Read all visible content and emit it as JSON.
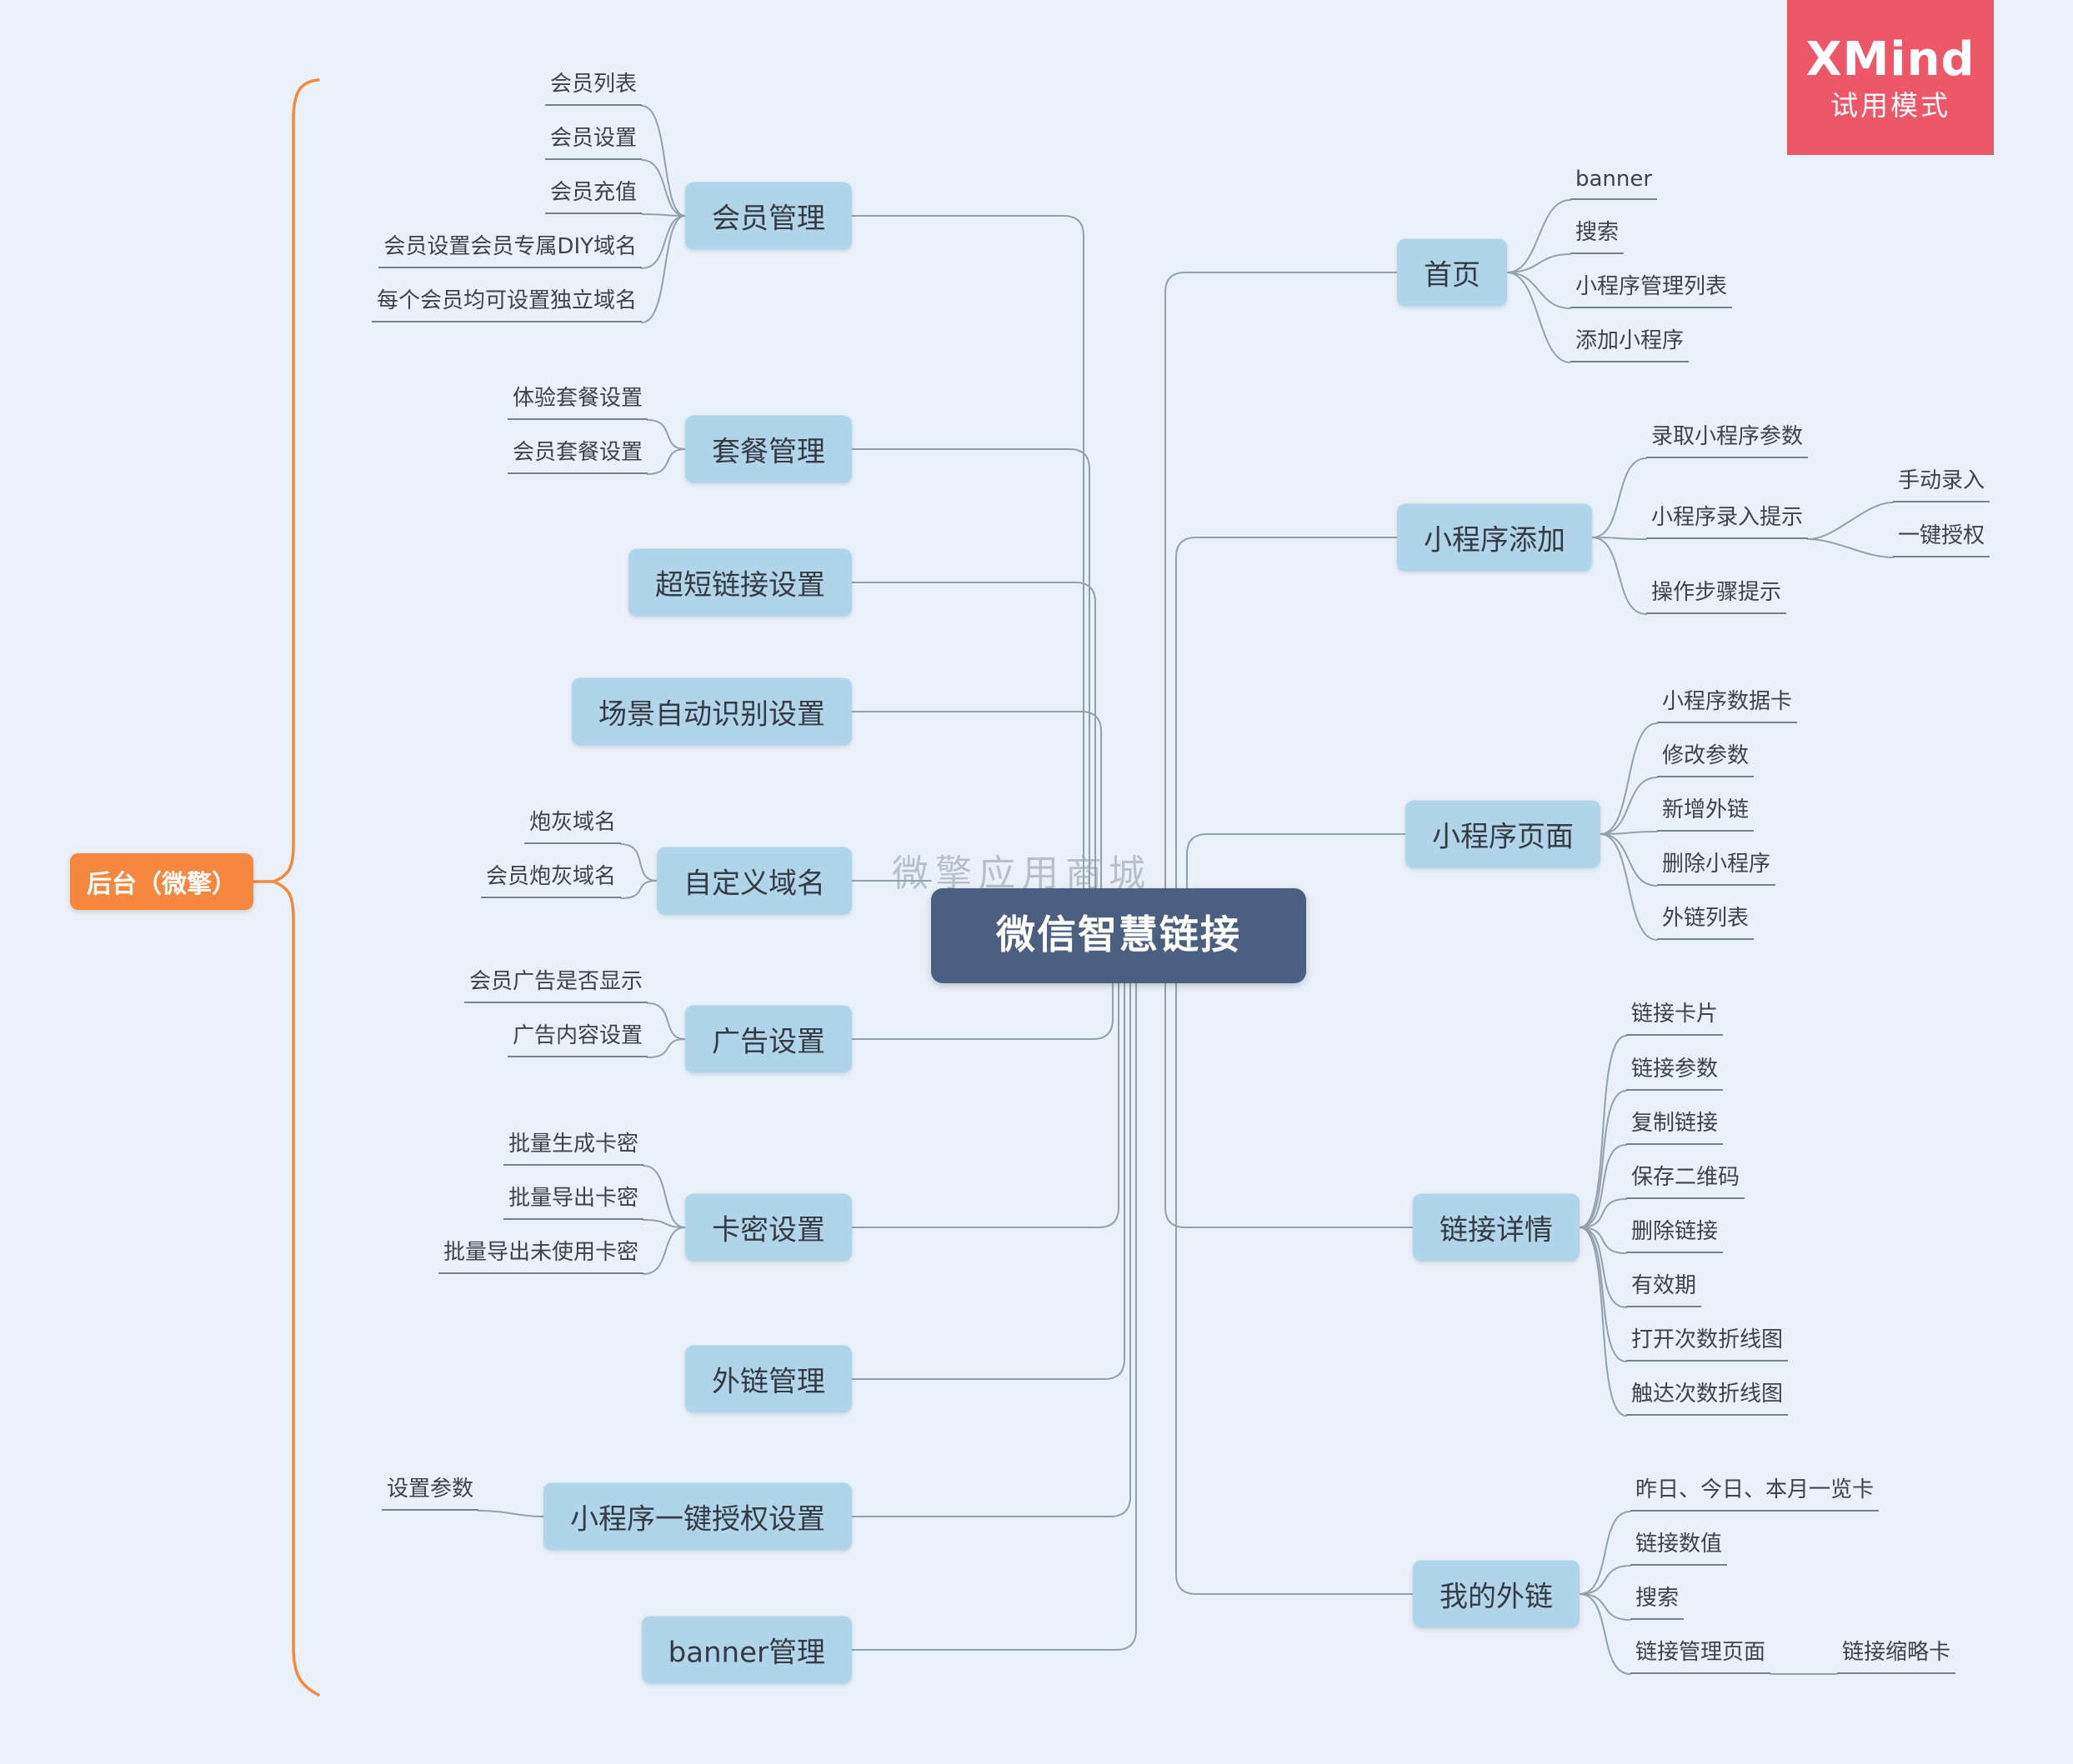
{
  "app": {
    "logo": "XMind",
    "mode": "试用模式"
  },
  "watermark": "微擎应用商城",
  "root": {
    "label": "微信智慧链接"
  },
  "left_root": {
    "label": "后台（微擎）"
  },
  "left_topics": [
    {
      "label": "会员管理",
      "children": [
        {
          "label": "会员列表"
        },
        {
          "label": "会员设置"
        },
        {
          "label": "会员充值"
        },
        {
          "label": "会员设置会员专属DIY域名"
        },
        {
          "label": "每个会员均可设置独立域名"
        }
      ]
    },
    {
      "label": "套餐管理",
      "children": [
        {
          "label": "体验套餐设置"
        },
        {
          "label": "会员套餐设置"
        }
      ]
    },
    {
      "label": "超短链接设置",
      "children": []
    },
    {
      "label": "场景自动识别设置",
      "children": []
    },
    {
      "label": "自定义域名",
      "children": [
        {
          "label": "炮灰域名"
        },
        {
          "label": "会员炮灰域名"
        }
      ]
    },
    {
      "label": "广告设置",
      "children": [
        {
          "label": "会员广告是否显示"
        },
        {
          "label": "广告内容设置"
        }
      ]
    },
    {
      "label": "卡密设置",
      "children": [
        {
          "label": "批量生成卡密"
        },
        {
          "label": "批量导出卡密"
        },
        {
          "label": "批量导出未使用卡密"
        }
      ]
    },
    {
      "label": "外链管理",
      "children": []
    },
    {
      "label": "小程序一键授权设置",
      "children": [
        {
          "label": "设置参数"
        }
      ]
    },
    {
      "label": "banner管理",
      "children": []
    }
  ],
  "right_topics": [
    {
      "label": "首页",
      "children": [
        {
          "label": "banner"
        },
        {
          "label": "搜索"
        },
        {
          "label": "小程序管理列表"
        },
        {
          "label": "添加小程序"
        }
      ]
    },
    {
      "label": "小程序添加",
      "children": [
        {
          "label": "录取小程序参数"
        },
        {
          "label": "小程序录入提示",
          "children": [
            {
              "label": "手动录入"
            },
            {
              "label": "一键授权"
            }
          ]
        },
        {
          "label": "操作步骤提示"
        }
      ]
    },
    {
      "label": "小程序页面",
      "children": [
        {
          "label": "小程序数据卡"
        },
        {
          "label": "修改参数"
        },
        {
          "label": "新增外链"
        },
        {
          "label": "删除小程序"
        },
        {
          "label": "外链列表"
        }
      ]
    },
    {
      "label": "链接详情",
      "children": [
        {
          "label": "链接卡片"
        },
        {
          "label": "链接参数"
        },
        {
          "label": "复制链接"
        },
        {
          "label": "保存二维码"
        },
        {
          "label": "删除链接"
        },
        {
          "label": "有效期"
        },
        {
          "label": "打开次数折线图"
        },
        {
          "label": "触达次数折线图"
        }
      ]
    },
    {
      "label": "我的外链",
      "children": [
        {
          "label": "昨日、今日、本月一览卡"
        },
        {
          "label": "链接数值"
        },
        {
          "label": "搜索"
        },
        {
          "label": "链接管理页面",
          "children": [
            {
              "label": "链接缩略卡"
            }
          ]
        }
      ]
    }
  ],
  "colors": {
    "background": "#eaf1f8",
    "topic": "#b0d4ea",
    "topic_text": "#353b42",
    "central": "#4b5f80",
    "accent": "#f5873f",
    "badge": "#ee5767",
    "line": "#93a0ad",
    "underline": "#76828f"
  }
}
